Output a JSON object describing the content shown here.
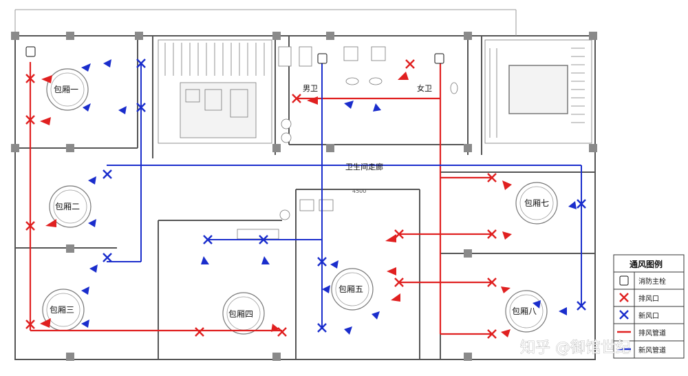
{
  "rooms": {
    "room1": "包厢一",
    "room2": "包厢二",
    "room3": "包厢三",
    "room4": "包厢四",
    "room5": "包厢五",
    "room7": "包厢七",
    "room8": "包厢八"
  },
  "restrooms": {
    "male": "男卫",
    "female": "女卫"
  },
  "corridor_label": "卫生间走廊",
  "dimension_label": "4500",
  "legend": {
    "title": "通风图例",
    "items": [
      {
        "icon": "fire-hydrant-icon",
        "label": "消防主栓"
      },
      {
        "icon": "exhaust-vent-icon",
        "label": "排风口",
        "color": "#e02020"
      },
      {
        "icon": "fresh-air-vent-icon",
        "label": "新风口",
        "color": "#1a2dcc"
      },
      {
        "icon": "exhaust-duct-icon",
        "label": "排风管道",
        "color": "#e02020"
      },
      {
        "icon": "fresh-air-duct-icon",
        "label": "新风管道",
        "color": "#1a2dcc"
      }
    ]
  },
  "watermark": "知乎 @御馆世纪",
  "colors": {
    "exhaust": "#e02020",
    "fresh_air": "#1a2dcc",
    "wall": "#555555",
    "column": "#8a8a8a"
  }
}
